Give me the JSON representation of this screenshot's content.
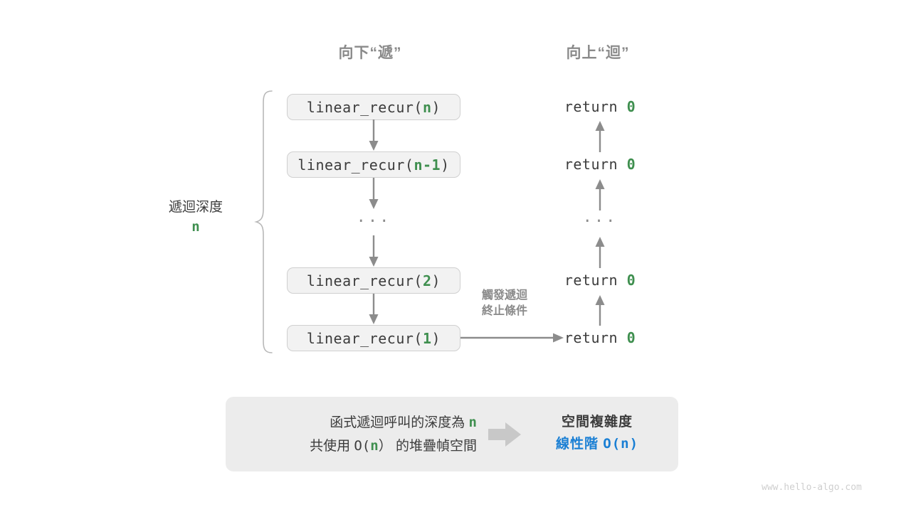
{
  "headers": {
    "down": "向下“遞”",
    "up": "向上“迴”"
  },
  "depth_label": {
    "text": "遞迴深度",
    "value": "n"
  },
  "trigger_note": {
    "line1": "觸發遞迴",
    "line2": "終止條件"
  },
  "call_stack": [
    {
      "prefix": "linear_recur(",
      "arg": "n",
      "suffix": ")"
    },
    {
      "prefix": "linear_recur(",
      "arg": "n-1",
      "suffix": ")"
    },
    {
      "ellipsis": "···"
    },
    {
      "prefix": "linear_recur(",
      "arg": "2",
      "suffix": ")"
    },
    {
      "prefix": "linear_recur(",
      "arg": "1",
      "suffix": ")"
    }
  ],
  "returns": [
    {
      "keyword": "return",
      "value": "0"
    },
    {
      "keyword": "return",
      "value": "0"
    },
    {
      "ellipsis": "···"
    },
    {
      "keyword": "return",
      "value": "0"
    },
    {
      "keyword": "return",
      "value": "0"
    }
  ],
  "summary": {
    "left_line1_a": "函式遞迴呼叫的深度為 ",
    "left_line1_n": "n",
    "left_line2_a": "共使用 ",
    "left_line2_o": "O(",
    "left_line2_n": "n",
    "left_line2_b": "）",
    "left_line2_c": " 的堆疊幀空間",
    "right_title": "空間複雜度",
    "right_value_text": "線性階 ",
    "right_value_mono": "O(n)"
  },
  "watermark": "www.hello-algo.com",
  "colors": {
    "green": "#3f8f4f",
    "blue": "#1a7fd4",
    "gray_text": "#8a8a8a",
    "dark_text": "#3c3c3c",
    "box_fill": "#f2f2f2",
    "box_border": "#d0d0d0",
    "panel_fill": "#ececec",
    "arrow": "#8c8c8c",
    "block_arrow": "#c8c8c8",
    "brace": "#b0b0b0"
  }
}
